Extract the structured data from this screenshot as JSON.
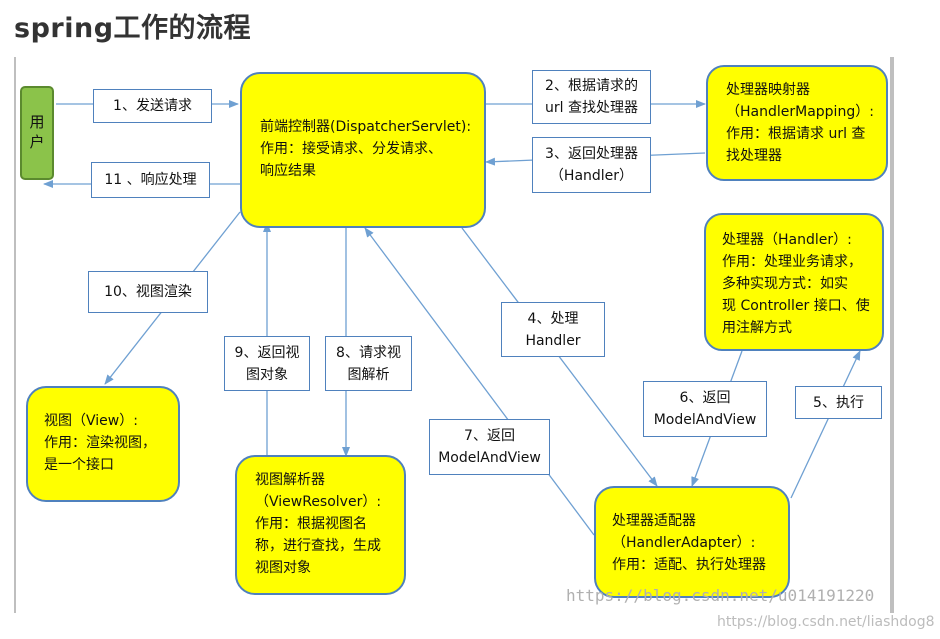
{
  "title": "spring工作的流程",
  "nodes": {
    "user": "用\n户",
    "front": "前端控制器(DispatcherServlet):\n作用：接受请求、分发请求、\n响应结果",
    "mapping": "处理器映射器\n（HandlerMapping）:\n作用：根据请求 url 查\n找处理器",
    "handler": "处理器（Handler）:\n作用：处理业务请求，\n多种实现方式：如实\n现 Controller 接口、使\n用注解方式",
    "view": "视图（View）:\n作用：渲染视图，\n是一个接口",
    "resolver": "视图解析器\n（ViewResolver）:\n作用：根据视图名\n称，进行查找，生成\n视图对象",
    "adapter": "处理器适配器\n（HandlerAdapter）:\n作用：适配、执行处理器"
  },
  "steps": {
    "s1": "1、发送请求",
    "s2": "2、根据请求的\nurl 查找处理器",
    "s3": "3、返回处理器\n（Handler）",
    "s4": "4、处理\nHandler",
    "s5": "5、执行",
    "s6": "6、返回\nModelAndView",
    "s7": "7、返回\nModelAndView",
    "s8": "8、请求视\n图解析",
    "s9": "9、返回视\n图对象",
    "s10": "10、视图渲染",
    "s11": "11 、响应处理"
  },
  "watermark": {
    "line1": "https://blog.csdn.net/u014191220",
    "line2": "https://blog.csdn.net/liashdog8"
  },
  "colors": {
    "node_fill": "#ffff00",
    "node_border": "#4f81bd",
    "user_fill": "#8bc34a",
    "arrow": "#6fa0d2"
  }
}
